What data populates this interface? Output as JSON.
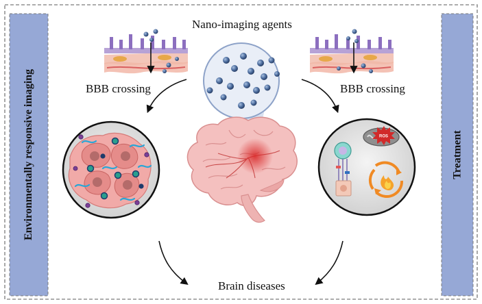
{
  "title": "Nano-imaging agents",
  "left_panel_label": "Environmentally responsive imaging",
  "right_panel_label": "Treatment",
  "left_arrow_label": "BBB crossing",
  "right_arrow_label": "BBB crossing",
  "bottom_label": "Brain diseases",
  "ros_badge": "ROS",
  "colors": {
    "side_panel": "#96a8d6",
    "dashed_border": "#7a7a7a",
    "nanoparticle": "#4a6a9a",
    "brain": "#f2b7b5",
    "tumor": "#e98f8f",
    "flame": "#f08a24"
  },
  "icons": [
    "bbb-tissue-icon",
    "nanoparticle-icon",
    "brain-icon",
    "tumor-cell-icon",
    "mitochondria-icon",
    "ros-badge-icon",
    "flame-cycle-icon",
    "immune-cell-icon"
  ]
}
